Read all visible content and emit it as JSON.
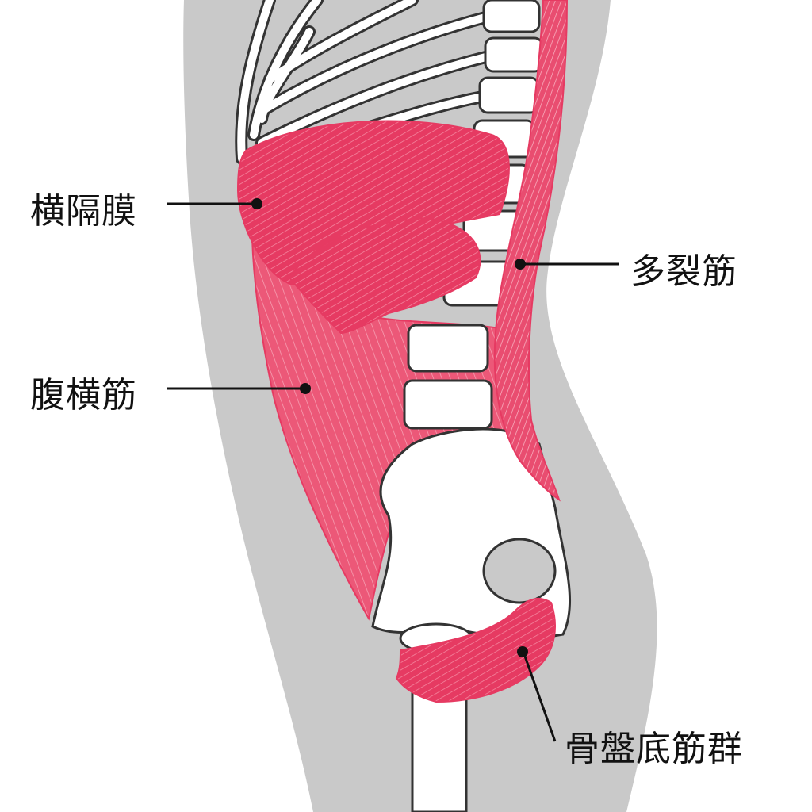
{
  "labels": {
    "diaphragm": "横隔膜",
    "transversus_abdominis": "腹横筋",
    "multifidus": "多裂筋",
    "pelvic_floor": "骨盤底筋群"
  },
  "colors": {
    "body": "#c9c9c9",
    "muscle": "#e63a62",
    "muscle_light": "#f07590",
    "bone": "#ffffff",
    "outline": "#333333"
  }
}
